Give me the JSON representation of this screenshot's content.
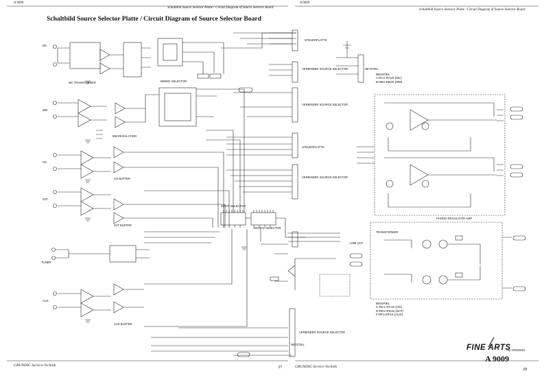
{
  "header": {
    "left_model": "A 9009",
    "center_left": "Schaltbild Source Selector Platte / Circuit Diagram of Source Selector Board",
    "right_model": "A 9009",
    "center_right": "Schaltbild Source Selector Platte / Circuit Diagram of Source Selector Board"
  },
  "title": "Schaltbild Source Selector Platte / Circuit Diagram of Source Selector Board",
  "inputs": [
    "MC",
    "MM",
    "CD",
    "DAT",
    "TUNER",
    "AUX"
  ],
  "blocks": {
    "mc_transformer": "MC TRANSFORMER",
    "mm_regulation": "MM REGULATION",
    "cd_buffer": "CD BUFFER",
    "dat_buffer": "DAT BUFFER",
    "aux_buffer": "AUX BUFFER",
    "mm_mc_selector": "MM/MC SELECTOR",
    "input_selector": "INPUT SELECTOR",
    "digital_selector": "DIGITAL SELECTOR",
    "phono_regulator": "PHONO REGULATOR AMP",
    "transformer": "TRANSFORMER"
  },
  "connectors": {
    "steuerplatte_top": "STEUERPLATTE",
    "netzteil": "NETZTEIL",
    "steuerplatte_mid": "STEUERPLATTE",
    "verbinder_1": "VERBINDER SOURCE SELECTOR",
    "verbinder_2": "VERBINDER SOURCE SELECTOR",
    "verbinder_3": "VERBINDER SOURCE SELECTOR",
    "verbinder_4": "VERBINDER SOURCE SELECTOR",
    "line_out": "LINE OUT",
    "netzteil_bottom": "NETZTEIL"
  },
  "example_top": {
    "heading": "BEISPIEL",
    "line1": "A:RA1-RA20 (MC)",
    "line2": "B:RB1-RB20 (MM)"
  },
  "example_bottom": {
    "heading": "BEISPIEL",
    "line1": "C:RC1-RC16 (CD)",
    "line2": "D:RD1-RD16 (DAT)",
    "line3": "F:RF1-RF16 (AUX)"
  },
  "footer": {
    "left": "GRUNDIG Service-Technik",
    "page_left": "37",
    "center": "GRUNDIG Service-Technik",
    "page_right": "38",
    "brand": "FINE ARTS",
    "brand_sub": "by GRUNDIG",
    "model": "A 9009"
  }
}
